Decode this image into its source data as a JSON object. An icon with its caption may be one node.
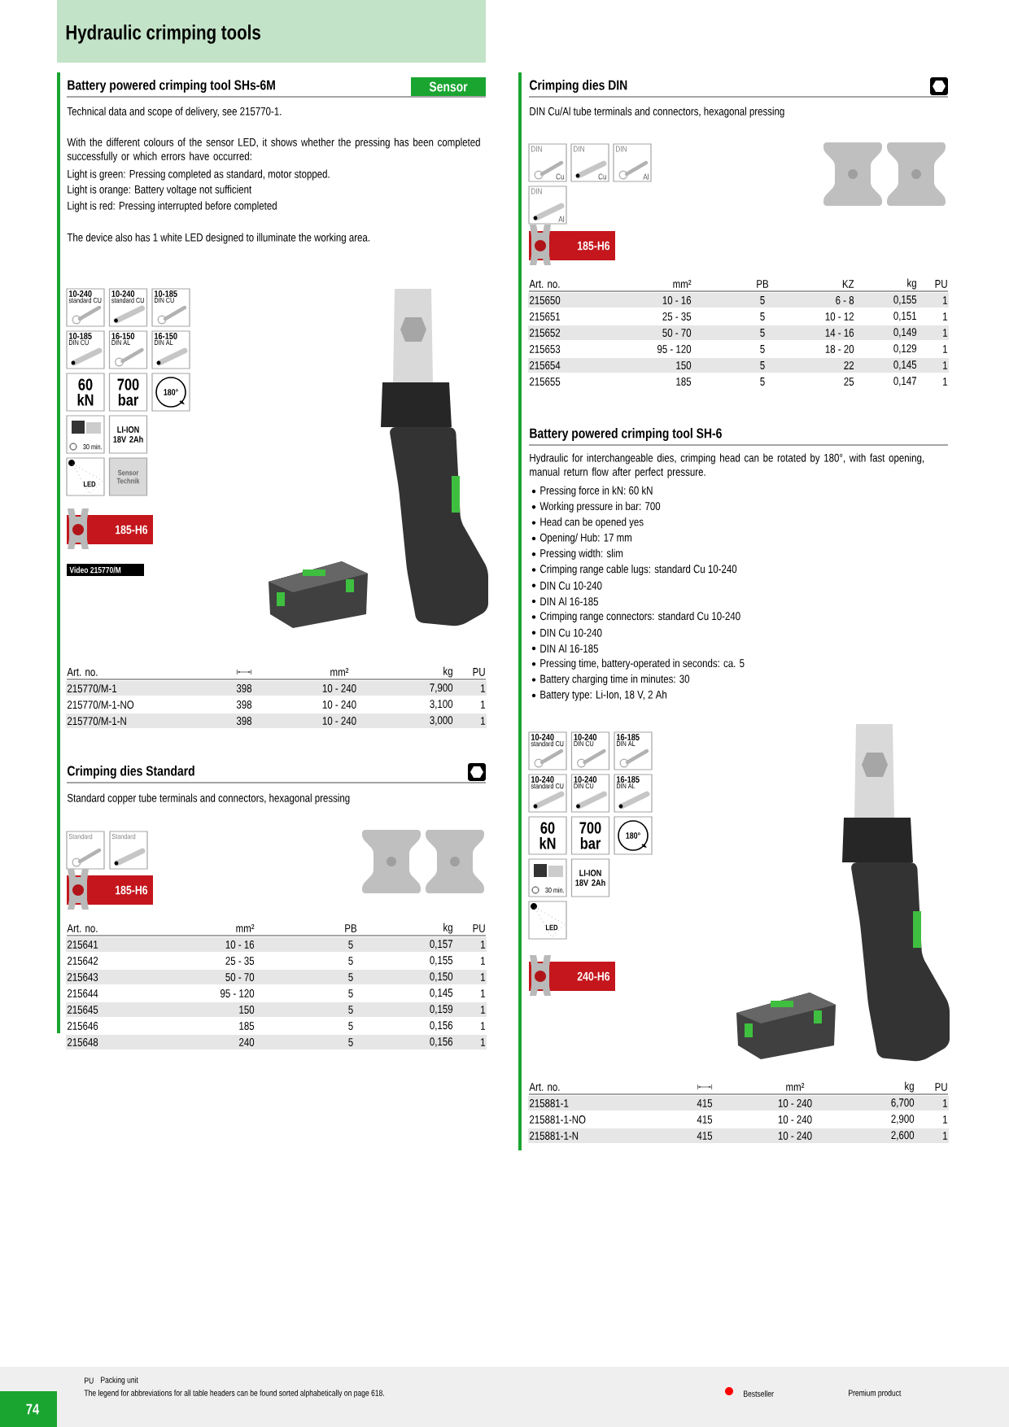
{
  "diagram": {
    "title": "Hydraulic crimping tools",
    "labels": [
      "Battery powered crimping tool SHs-6M",
      "Sensor",
      "Technical data and scope of delivery, see 215770-1.",
      "With the different colours of the sensor LED, it shows whether the pressing has been completed successfully or which errors have occurred:",
      "Light is green: Pressing completed as standard, motor stopped.",
      "Light is orange: Battery voltage not sufficient",
      "Light is red: Pressing interrupted before completed",
      "The device also has 1 white LED designed to illuminate the working area.",
      "10-240",
      "standard CU",
      "10-240",
      "standard CU",
      "10-185",
      "DIN CU",
      "10-185",
      "DIN CU",
      "16-150",
      "DIN AL",
      "16-150",
      "DIN AL",
      "60 kN",
      "700 bar",
      "180°",
      "30 min.",
      "LI-ION 18V 2Ah",
      "LED",
      "Sensor Technik",
      "185-H6",
      "Video 215770/M",
      "Art. no.",
      "mm²",
      "kg",
      "PU",
      "215770/M-1",
      "398",
      "10 - 240",
      "7,900",
      "1",
      "215770/M-1-NO",
      "398",
      "10 - 240",
      "3,100",
      "1",
      "215770/M-1-N",
      "398",
      "10 - 240",
      "3,000",
      "1",
      "Crimping dies Standard",
      "Standard copper tube terminals and connectors, hexagonal pressing",
      "Standard",
      "Standard",
      "185-H6",
      "Art. no.",
      "mm²",
      "PB",
      "kg",
      "PU",
      "215641",
      "10 - 16",
      "5",
      "0,157",
      "1",
      "215642",
      "25 - 35",
      "5",
      "0,155",
      "1",
      "215643",
      "50 - 70",
      "5",
      "0,150",
      "1",
      "215644",
      "95 - 120",
      "5",
      "0,145",
      "1",
      "215645",
      "150",
      "5",
      "0,159",
      "1",
      "215646",
      "185",
      "5",
      "0,156",
      "1",
      "215648",
      "240",
      "5",
      "0,156",
      "1",
      "Crimping dies DIN",
      "DIN Cu/Al tube terminals and connectors, hexagonal pressing",
      "DIN",
      "Cu",
      "DIN",
      "Cu",
      "DIN",
      "Al",
      "DIN",
      "Al",
      "185-H6",
      "Art. no.",
      "mm²",
      "PB",
      "KZ",
      "kg",
      "PU",
      "215650",
      "10 - 16",
      "5",
      "6 - 8",
      "0,155",
      "1",
      "215651",
      "25 - 35",
      "5",
      "10 - 12",
      "0,151",
      "1",
      "215652",
      "50 - 70",
      "5",
      "14 - 16",
      "0,149",
      "1",
      "215653",
      "95 - 120",
      "5",
      "18 - 20",
      "0,129",
      "1",
      "215654",
      "150",
      "5",
      "22",
      "0,145",
      "1",
      "215655",
      "185",
      "5",
      "25",
      "0,147",
      "1",
      "Battery powered crimping tool SH-6",
      "Hydraulic for interchangeable dies, crimping head can be rotated by 180°, with fast opening, manual return flow after perfect pressure.",
      "Pressing force in kN: 60 kN",
      "Working pressure in bar: 700",
      "Head can be opened yes",
      "Opening/ Hub: 17 mm",
      "Pressing width: slim",
      "Crimping range cable lugs: standard Cu 10-240",
      "DIN Cu 10-240",
      "DIN Al 16-185",
      "Crimping range connectors: standard Cu 10-240",
      "DIN Cu 10-240",
      "DIN Al 16-185",
      "Pressing time, battery-operated in seconds: ca. 5",
      "Battery charging time in minutes: 30",
      "Battery type: Li-Ion, 18 V, 2 Ah",
      "10-240",
      "standard CU",
      "10-240",
      "DIN CU",
      "16-185",
      "DIN AL",
      "10-240",
      "standard CU",
      "10-240",
      "DIN CU",
      "16-185",
      "DIN AL",
      "60 kN",
      "700 bar",
      "180°",
      "30 min.",
      "LI-ION 18V 2Ah",
      "LED",
      "240-H6",
      "Art. no.",
      "mm²",
      "kg",
      "PU",
      "215881-1",
      "415",
      "10 - 240",
      "6,700",
      "1",
      "215881-1-NO",
      "415",
      "10 - 240",
      "2,900",
      "1",
      "215881-1-N",
      "415",
      "10 - 240",
      "2,600",
      "1",
      "PU",
      "Packing unit",
      "The legend for abbreviations for all table headers can be found sorted alphabetically on page 618.",
      "74",
      "Premium product"
    ],
    "legend": [
      {
        "text": "Bestseller"
      }
    ]
  }
}
